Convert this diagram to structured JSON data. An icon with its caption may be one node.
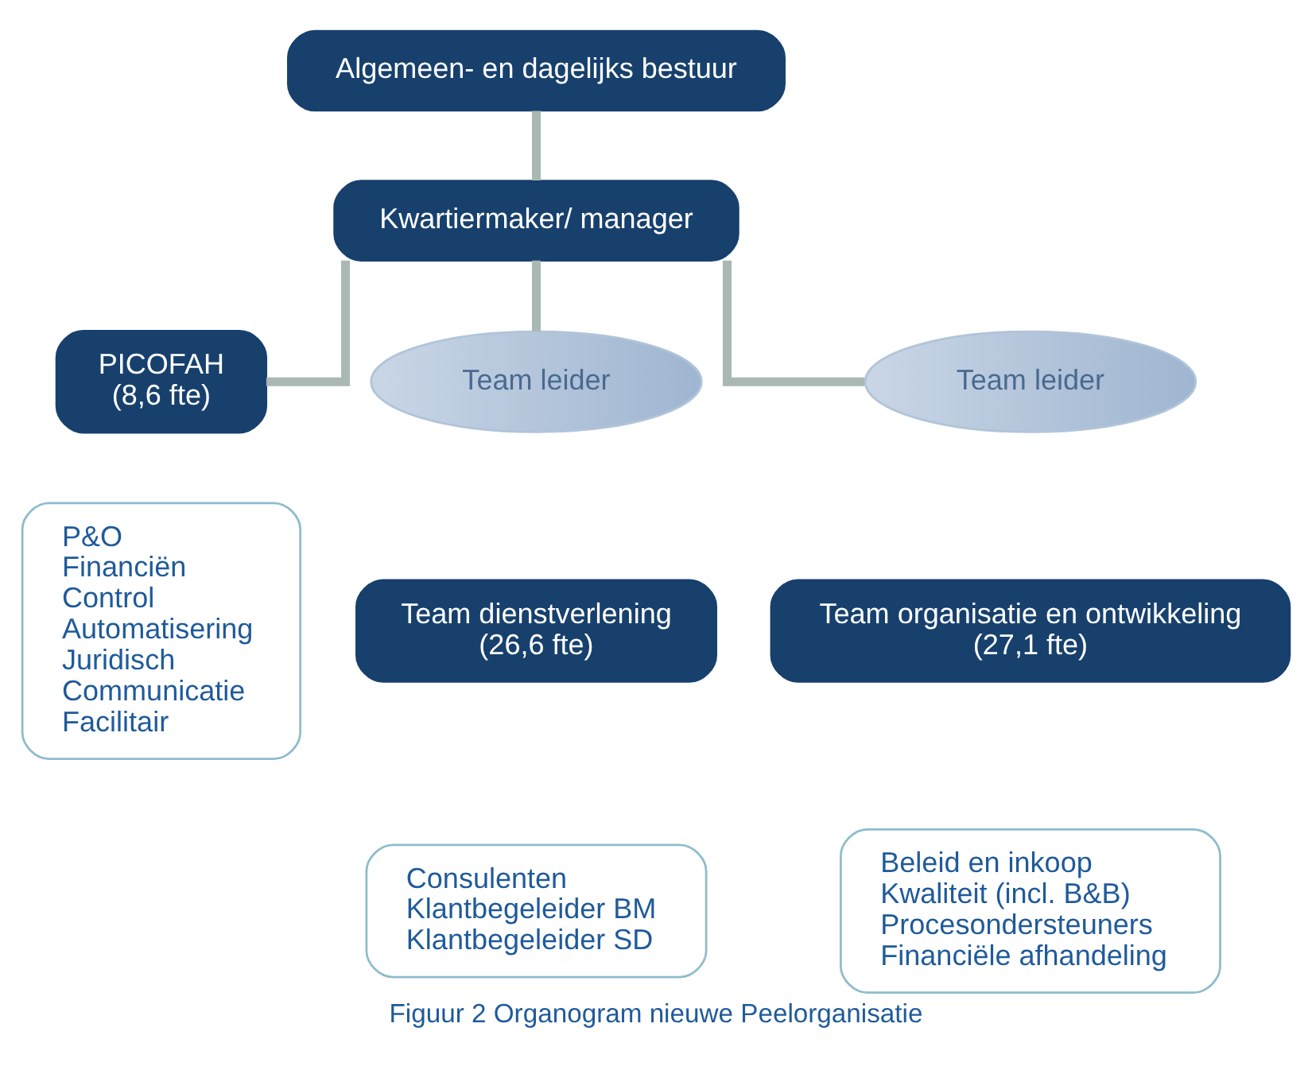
{
  "diagram": {
    "caption": "Figuur 2 Organogram nieuwe Peelorganisatie",
    "nodes": [
      {
        "text": [
          "Algemeen- en dagelijks bestuur"
        ]
      },
      {
        "text": [
          "Kwartiermaker/ manager"
        ]
      },
      {
        "text": [
          "PICOFAH",
          "(8,6 fte)"
        ]
      },
      {
        "text": [
          "Team leider"
        ]
      },
      {
        "text": [
          "Team dienstverlening",
          "(26,6 fte)"
        ]
      },
      {
        "text": [
          "Team leider"
        ]
      },
      {
        "text": [
          "Team organisatie en ontwikkeling",
          "(27,1 fte)"
        ]
      },
      {
        "text": [
          "P&O",
          "Financiën",
          "Control",
          "Automatisering",
          "Juridisch",
          "Communicatie",
          "Facilitair"
        ]
      },
      {
        "text": [
          "Consulenten",
          "Klantbegeleider BM",
          "Klantbegeleider SD"
        ]
      },
      {
        "text": [
          "Beleid en inkoop",
          "Kwaliteit (incl. B&B)",
          "Procesondersteuners",
          "Financiële afhandeling"
        ]
      }
    ],
    "edges": [
      {
        "from": 0,
        "to": 1,
        "arrow": "none"
      },
      {
        "from": 1,
        "to": 2,
        "arrow": "none"
      },
      {
        "from": 1,
        "to": 3,
        "arrow": "none"
      },
      {
        "from": 1,
        "to": 5,
        "arrow": "none"
      }
    ]
  }
}
